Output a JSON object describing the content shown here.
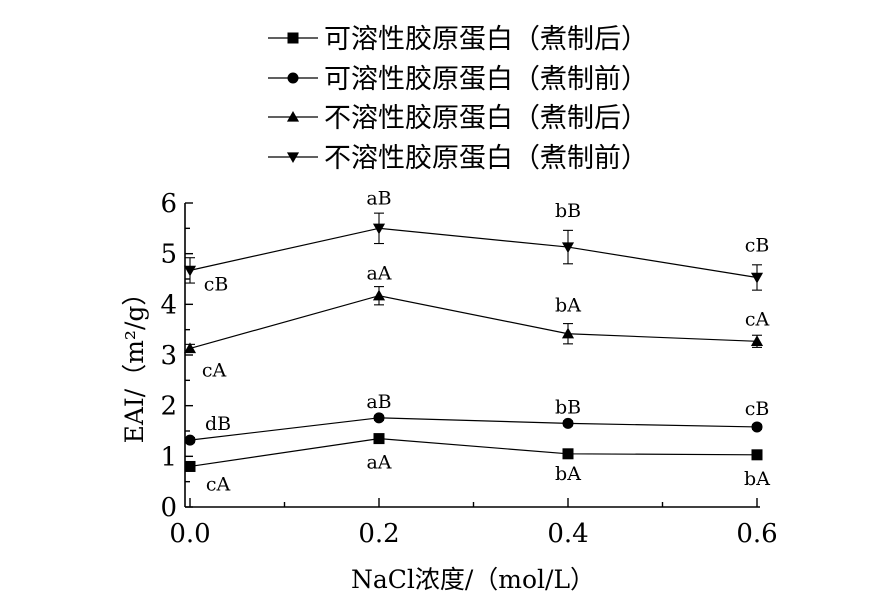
{
  "chart_data": {
    "type": "line",
    "title": "",
    "xlabel": "NaCl浓度/（mol/L）",
    "ylabel": "EAI/（m²/g）",
    "xlim": [
      0,
      0.6
    ],
    "ylim": [
      0,
      6
    ],
    "x": [
      0.0,
      0.2,
      0.4,
      0.6
    ],
    "x_ticks": [
      "0.0",
      "0.2",
      "0.4",
      "0.6"
    ],
    "y_ticks": [
      "0",
      "1",
      "2",
      "3",
      "4",
      "5",
      "6"
    ],
    "grid": false,
    "legend": "top",
    "series": [
      {
        "name": "可溶性胶原蛋白（煮制后）",
        "marker": "square",
        "values": [
          0.8,
          1.35,
          1.05,
          1.03
        ],
        "errors": [
          0.07,
          0.06,
          0.05,
          0.07
        ],
        "labels": [
          "cA",
          "aA",
          "bA",
          "bA"
        ]
      },
      {
        "name": "可溶性胶原蛋白（煮制前）",
        "marker": "circle",
        "values": [
          1.32,
          1.76,
          1.65,
          1.58
        ],
        "errors": [
          0.05,
          0.05,
          0.05,
          0.05
        ],
        "labels": [
          "dB",
          "aB",
          "bB",
          "cB"
        ]
      },
      {
        "name": "不溶性胶原蛋白（煮制后）",
        "marker": "triangle-up",
        "values": [
          3.13,
          4.17,
          3.42,
          3.27
        ],
        "errors": [
          0.08,
          0.18,
          0.2,
          0.12
        ],
        "labels": [
          "cA",
          "aA",
          "bA",
          "cA"
        ]
      },
      {
        "name": "不溶性胶原蛋白（煮制前）",
        "marker": "triangle-down",
        "values": [
          4.67,
          5.5,
          5.13,
          4.53
        ],
        "errors": [
          0.25,
          0.3,
          0.33,
          0.25
        ],
        "labels": [
          "cB",
          "aB",
          "bB",
          "cB"
        ]
      }
    ]
  }
}
